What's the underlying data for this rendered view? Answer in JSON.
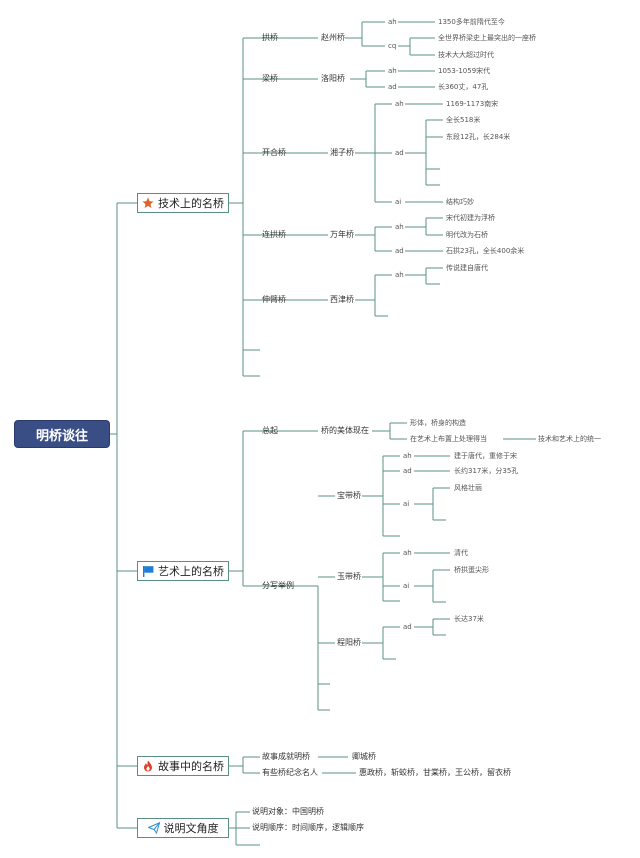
{
  "root": "明桥谈往",
  "categories": {
    "tech": {
      "label": "技术上的名桥",
      "icon": "star-icon",
      "color": "#e0622b"
    },
    "art": {
      "label": "艺术上的名桥",
      "icon": "flag-icon",
      "color": "#1f7fd6"
    },
    "story": {
      "label": "故事中的名桥",
      "icon": "fire-icon",
      "color": "#e0402b"
    },
    "angle": {
      "label": "说明文角度",
      "icon": "paper-plane-icon",
      "color": "#2b8fd6"
    }
  },
  "tech": {
    "gongqiao": "拱桥",
    "zhaozhou": "赵州桥",
    "zz_ah": "ah",
    "zz_ah_1": "1350多年前隋代至今",
    "zz_cq": "cq",
    "zz_cq_1": "全世界桥梁史上最突出的一座桥",
    "zz_cq_2": "技术大大超过时代",
    "liangqiao": "梁桥",
    "luoyang": "洛阳桥",
    "ly_ah": "ah",
    "ly_ah_1": "1053-1059宋代",
    "ly_ad": "ad",
    "ly_ad_1": "长360丈，47孔",
    "kaihe": "开合桥",
    "xiangzi": "湘子桥",
    "xz_ah": "ah",
    "xz_ah_1": "1169-1173南宋",
    "xz_ad": "ad",
    "xz_ad_1": "全长518米",
    "xz_ad_2": "东段12孔，长284米",
    "xz_ai": "ai",
    "xz_ai_1": "结构巧妙",
    "lianggong": "连拱桥",
    "wannian": "万年桥",
    "wn_ah": "ah",
    "wn_ah_1": "宋代初建为浮桥",
    "wn_ah_2": "明代改为石桥",
    "wn_ad": "ad",
    "wn_ad_1": "石拱23孔，全长400余米",
    "shenbi": "伸臂桥",
    "xijin": "西津桥",
    "xj_ah": "ah",
    "xj_ah_1": "传说建自唐代"
  },
  "art": {
    "zongqi": "总起",
    "meiti": "桥的美体现在",
    "mt_1": "形体，桥身的构造",
    "mt_2": "在艺术上布置上处理得当",
    "mt_2_1": "技术和艺术上的统一",
    "fenxie": "分写举例",
    "baodai": "宝带桥",
    "bd_ah": "ah",
    "bd_ah_1": "建于唐代，重修于宋",
    "bd_ad": "ad",
    "bd_ad_1": "长约317米，分35孔",
    "bd_ai": "ai",
    "bd_ai_1": "风格壮丽",
    "yudai": "玉带桥",
    "yd_ah": "ah",
    "yd_ah_1": "清代",
    "yd_ai": "ai",
    "yd_ai_1": "桥拱蛋尖形",
    "chengyang": "程阳桥",
    "cy_ad": "ad",
    "cy_ad_1": "长达37米"
  },
  "story": {
    "s1": "故事成就明桥",
    "s1_1": "卿城桥",
    "s2": "有些桥纪念名人",
    "s2_1": "惠政桥，斩蛟桥，甘棠桥，王公桥，留衣桥"
  },
  "angle": {
    "a1": "说明对象：中国明桥",
    "a2": "说明顺序：时间顺序，逻辑顺序"
  },
  "line_color": "#5b8f86"
}
